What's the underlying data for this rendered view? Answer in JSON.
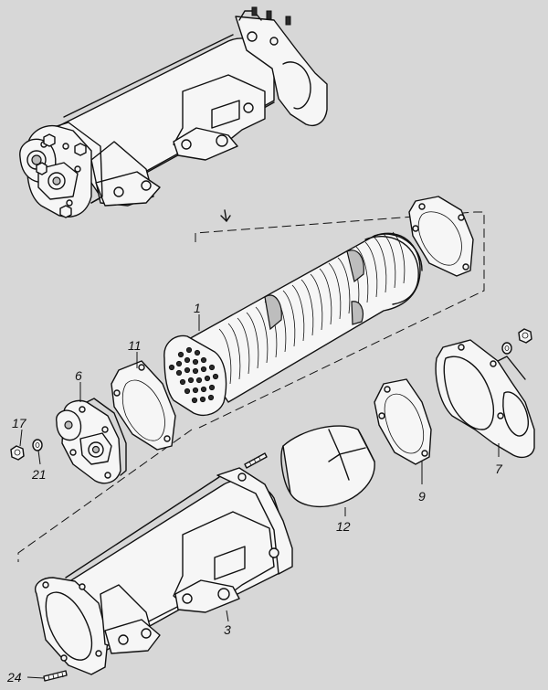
{
  "diagram": {
    "labels": {
      "part_1": "1",
      "part_3": "3",
      "part_6": "6",
      "part_7": "7",
      "part_9": "9",
      "part_11": "11",
      "part_12": "12",
      "part_17": "17",
      "part_21": "21",
      "part_24": "24"
    },
    "colors": {
      "background": "#d7d7d7",
      "line": "#111111",
      "part_fill": "#f6f6f6"
    }
  }
}
